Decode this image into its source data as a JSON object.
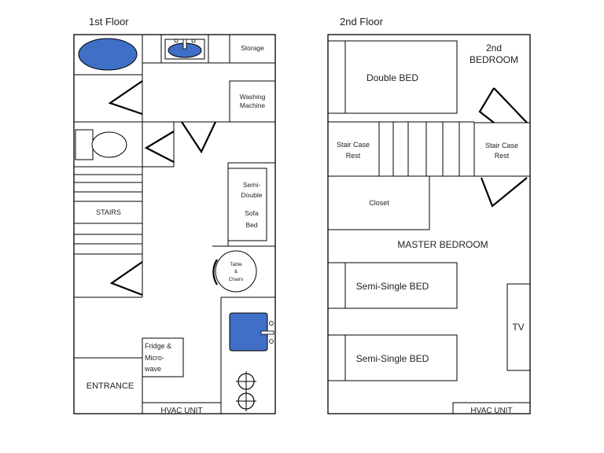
{
  "floor1": {
    "title": "1st Floor",
    "storage": "Storage",
    "washing": [
      "Washing",
      "Machine"
    ],
    "stairs": "STAIRS",
    "sofa": [
      "Semi-",
      "Double",
      "Sofa",
      "Bed"
    ],
    "table": [
      "Table",
      "&",
      "Chairs"
    ],
    "fridge": [
      "Fridge &",
      "Micro-",
      "wave"
    ],
    "entrance": "ENTRANCE",
    "hvac": "HVAC UNIT"
  },
  "floor2": {
    "title": "2nd Floor",
    "bedroom2": [
      "2nd",
      "BEDROOM"
    ],
    "double_bed": "Double BED",
    "rest_left": [
      "Stair Case",
      "Rest"
    ],
    "rest_right": [
      "Stair Case",
      "Rest"
    ],
    "closet": "Closet",
    "master": "MASTER BEDROOM",
    "bed_a": "Semi-Single BED",
    "bed_b": "Semi-Single BED",
    "tv": "TV",
    "hvac": "HVAC UNIT"
  }
}
